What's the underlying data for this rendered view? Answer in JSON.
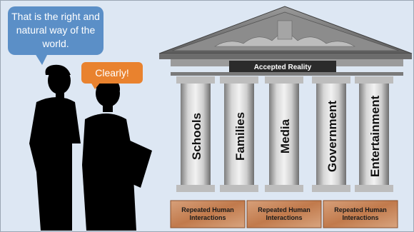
{
  "speech": {
    "first": "That is the right and natural way of the world.",
    "second": "Clearly!"
  },
  "temple": {
    "architrave_label": "Accepted Reality",
    "pillars": [
      "Schools",
      "Families",
      "Media",
      "Government",
      "Entertainment"
    ],
    "foundation_blocks": [
      "Repeated Human Interactions",
      "Repeated Human Interactions",
      "Repeated Human Interactions"
    ]
  },
  "colors": {
    "speech_blue": "#5b8fc7",
    "speech_orange": "#e9822e",
    "background": "#dde7f3",
    "foundation": "#c9895a"
  }
}
